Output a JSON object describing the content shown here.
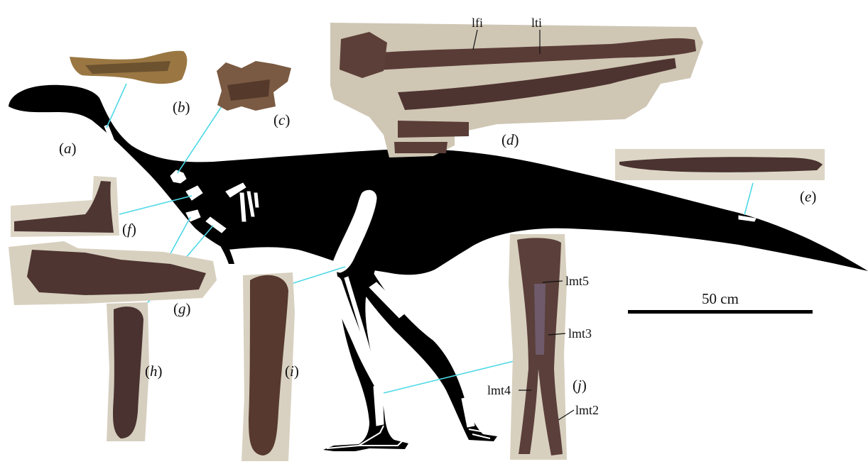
{
  "figure": {
    "panel_labels": {
      "a": "a",
      "b": "b",
      "c": "c",
      "d": "d",
      "e": "e",
      "f": "f",
      "g": "g",
      "h": "h",
      "i": "i",
      "j": "j"
    },
    "annotations": {
      "lfi": "lfi",
      "lti": "lti",
      "lmt5": "lmt5",
      "lmt3": "lmt3",
      "lmt4": "lmt4",
      "lmt2": "lmt2"
    },
    "scale_bar": {
      "label": "50 cm"
    },
    "colors": {
      "silhouette": "#000000",
      "bone": "#ffffff",
      "leader": "#4fd8e6",
      "fossil_dark": "#4a3330",
      "fossil_mid": "#6b4c45",
      "matrix": "#cfc6b4",
      "matrix_light": "#ddd6c6",
      "amber_bone": "#9a7742"
    }
  }
}
